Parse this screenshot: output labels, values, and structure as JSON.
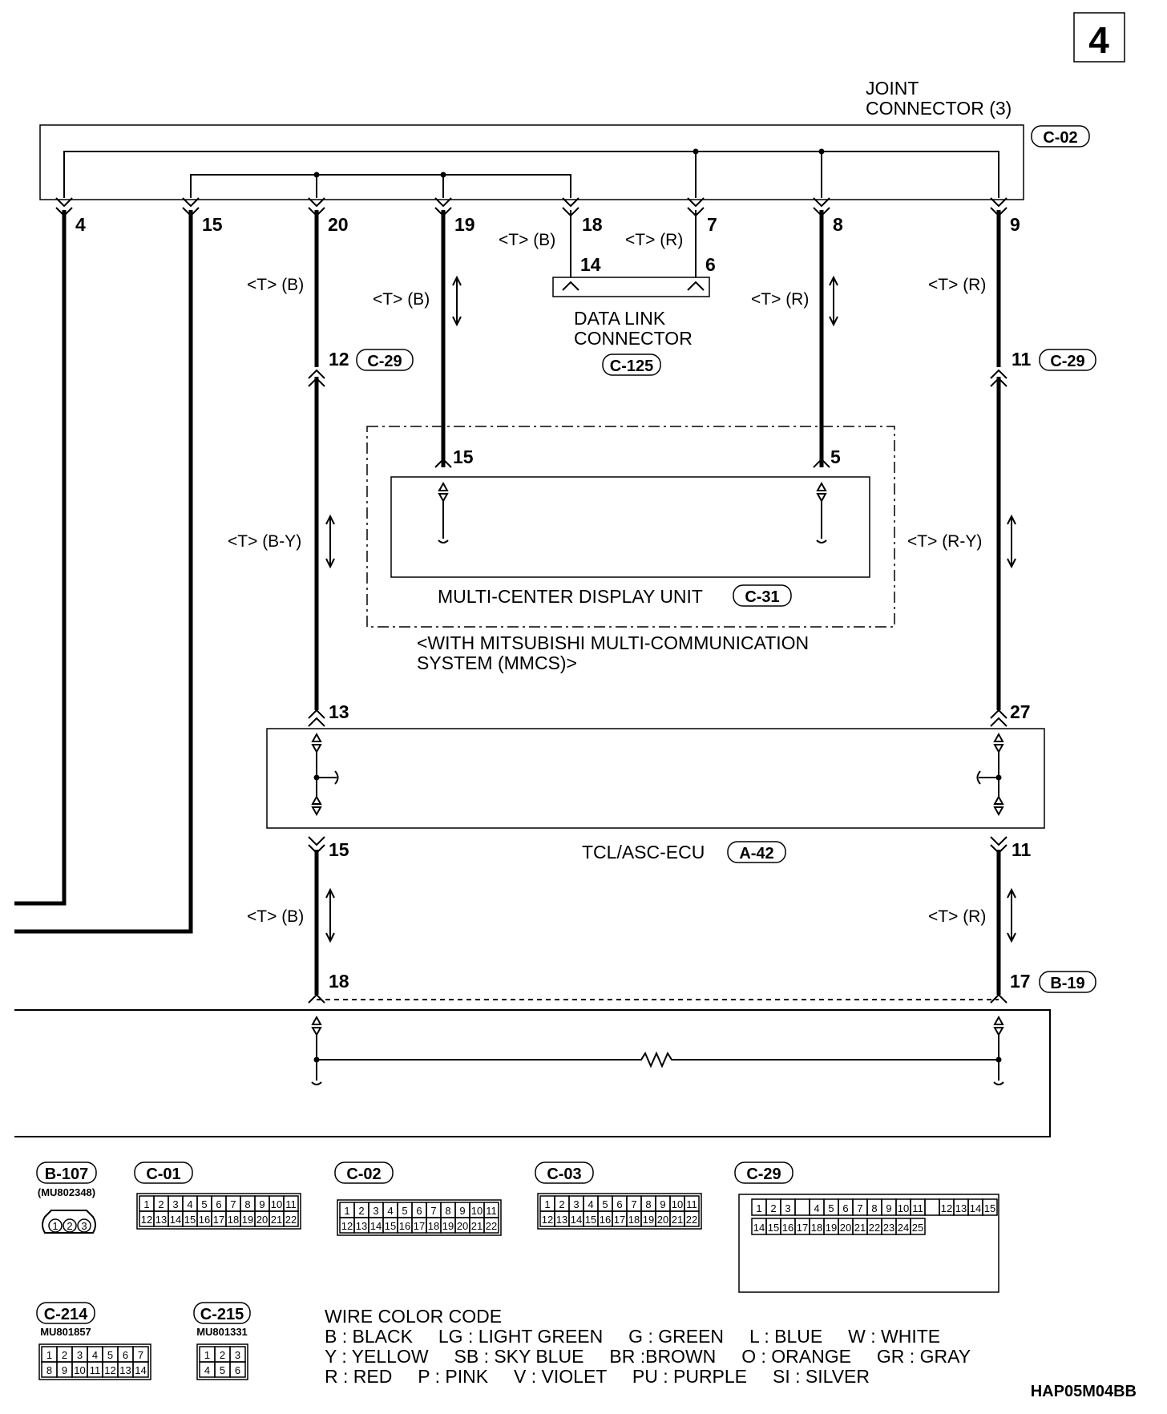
{
  "sheet_number": "4",
  "joint_connector": {
    "line1": "JOINT",
    "line2": "CONNECTOR (3)",
    "code": "C-02"
  },
  "top_pins": [
    "4",
    "15",
    "20",
    "19",
    "18",
    "7",
    "8",
    "9"
  ],
  "data_link": {
    "line1": "DATA LINK",
    "line2": "CONNECTOR",
    "code": "C-125",
    "pin_left": "14",
    "pin_right": "6"
  },
  "signals": {
    "tb": "<T> (B)",
    "tr": "<T> (R)",
    "tby": "<T> (B-Y)",
    "try": "<T> (R-Y)"
  },
  "c29": {
    "code": "C-29",
    "pin_left": "12",
    "pin_right": "11"
  },
  "mcd": {
    "name": "MULTI-CENTER DISPLAY UNIT",
    "code": "C-31",
    "pin_left": "15",
    "pin_right": "5",
    "note_line1": "<WITH MITSUBISHI MULTI-COMMUNICATION",
    "note_line2": "SYSTEM (MMCS)>"
  },
  "ecu": {
    "name": "TCL/ASC-ECU",
    "code": "A-42",
    "pin_top_left": "13",
    "pin_top_right": "27",
    "pin_bot_left": "15",
    "pin_bot_right": "11"
  },
  "b19": {
    "code": "B-19",
    "pin_left": "18",
    "pin_right": "17"
  },
  "connectors": {
    "b107": {
      "code": "B-107",
      "part": "(MU802348)",
      "pins": [
        "1",
        "2",
        "3"
      ]
    },
    "c01": {
      "code": "C-01"
    },
    "c02": {
      "code": "C-02"
    },
    "c03": {
      "code": "C-03"
    },
    "c29": {
      "code": "C-29"
    },
    "c214": {
      "code": "C-214",
      "part": "MU801857"
    },
    "c215": {
      "code": "C-215",
      "part": "MU801331"
    }
  },
  "color_code": {
    "title": "WIRE COLOR CODE",
    "row1": "B : BLACK     LG : LIGHT GREEN     G : GREEN     L : BLUE     W : WHITE",
    "row2": "Y : YELLOW     SB : SKY BLUE     BR :BROWN     O : ORANGE     GR : GRAY",
    "row3": "R : RED     P : PINK     V : VIOLET     PU : PURPLE     SI : SILVER"
  },
  "drawing_id": "HAP05M04BB"
}
